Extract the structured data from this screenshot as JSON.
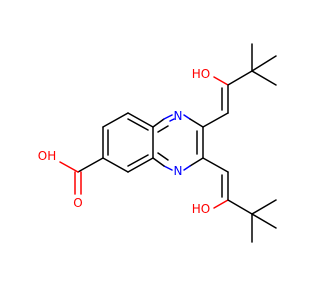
{
  "molecule": {
    "atom_labels": {
      "n_top": "N",
      "n_bottom": "N",
      "oh_upper": "HO",
      "oh_lower": "HO",
      "oh_acid": "OH",
      "o_carbonyl": "O"
    },
    "colors": {
      "carbon_bond": "#000000",
      "nitrogen": "#0000ff",
      "oxygen": "#ff0000",
      "background": "#ffffff"
    }
  }
}
